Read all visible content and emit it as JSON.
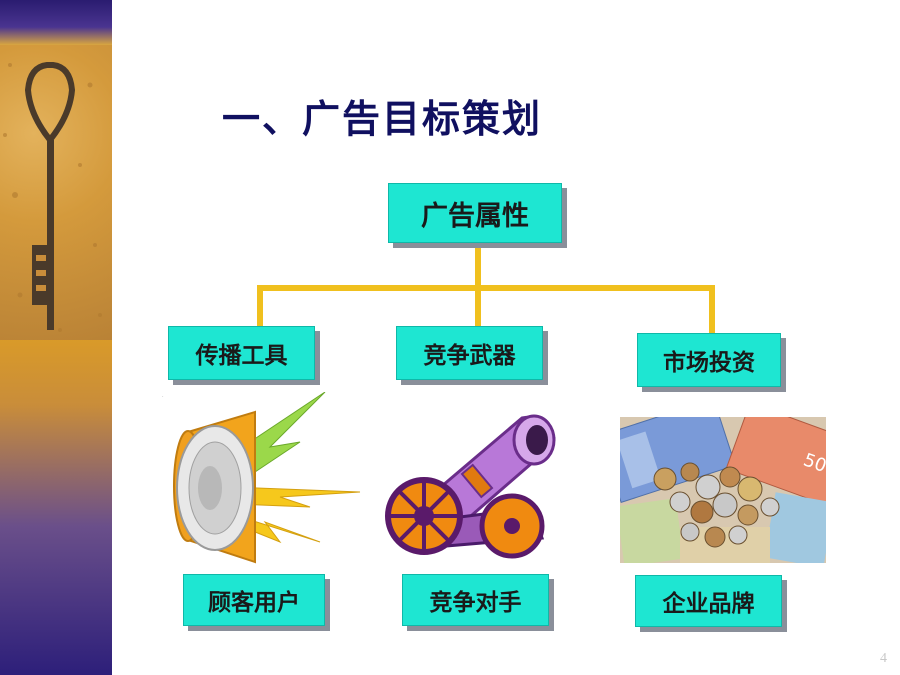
{
  "slide": {
    "title": "一、广告目标策划",
    "page_number": "4"
  },
  "root": {
    "label": "广告属性"
  },
  "branches": [
    {
      "label": "传播工具",
      "image": "loudspeaker-icon",
      "bottom_label": "顾客用户"
    },
    {
      "label": "竞争武器",
      "image": "cannon-icon",
      "bottom_label": "竞争对手"
    },
    {
      "label": "市场投资",
      "image": "money-photo",
      "bottom_label": "企业品牌"
    }
  ],
  "colors": {
    "box_fill": "#1ee6d2",
    "connector": "#f0c01e",
    "title": "#101060"
  }
}
